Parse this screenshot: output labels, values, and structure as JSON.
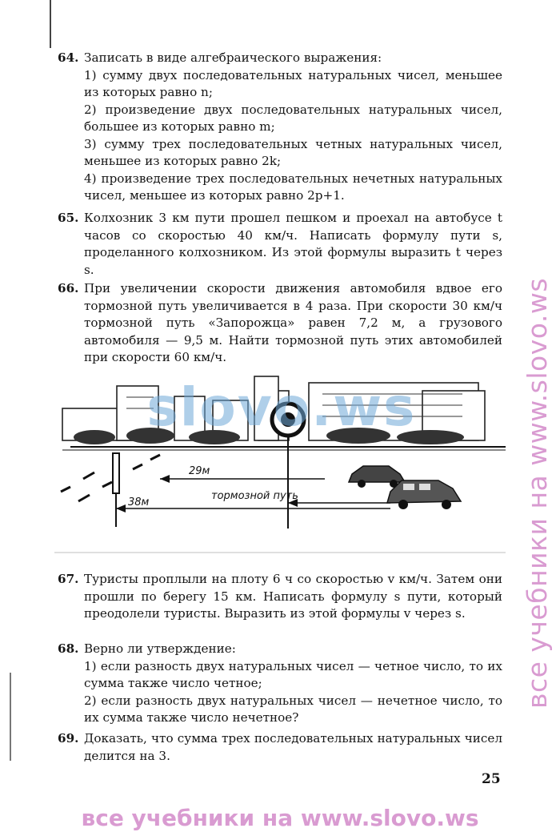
{
  "problems": [
    {
      "number": "64.",
      "intro": "Записать в виде алгебраического выражения:",
      "items": [
        "1) сумму двух последовательных натуральных чисел, меньшее из которых равно n;",
        "2) произведение двух последовательных натуральных чисел, большее из которых равно m;",
        "3) сумму трех последовательных четных натуральных чисел, меньшее из которых равно 2k;",
        "4) произведение трех последовательных нечетных натуральных чисел, меньшее из которых равно 2p+1."
      ]
    },
    {
      "number": "65.",
      "text": "Колхозник 3 км пути прошел пешком и проехал на автобусе t часов со скоростью 40 км/ч. Написать формулу пути s, проделанного колхозником. Из этой формулы выразить t через s."
    },
    {
      "number": "66.",
      "text": "При увеличении скорости движения автомобиля вдвое его тормозной путь увеличивается в 4 раза. При скорости 30 км/ч тормозной путь «Запорожца» равен 7,2 м, а грузового автомобиля — 9,5 м. Найти тормозной путь этих автомобилей при скорости 60 км/ч."
    },
    {
      "number": "67.",
      "text": "Туристы проплыли на плоту 6 ч со скоростью v км/ч. Затем они прошли по берегу 15 км. Написать формулу s пути, который преодолели туристы. Выразить из этой формулы v через s."
    },
    {
      "number": "68.",
      "intro": "Верно ли утверждение:",
      "items": [
        "1) если разность двух натуральных чисел — четное число, то их сумма также число четное;",
        "2) если разность двух натуральных чисел — нечетное число, то их сумма также число нечетное?"
      ]
    },
    {
      "number": "69.",
      "text": "Доказать, что сумма трех последовательных натуральных чисел делится на 3."
    }
  ],
  "figure": {
    "label_29": "29м",
    "label_38": "38м",
    "label_brake": "тормозной путь"
  },
  "page_number": "25",
  "watermarks": {
    "side": "все учебники на www.slovo.ws",
    "bottom": "все учебники на www.slovo.ws",
    "middle": "slovo.ws"
  }
}
